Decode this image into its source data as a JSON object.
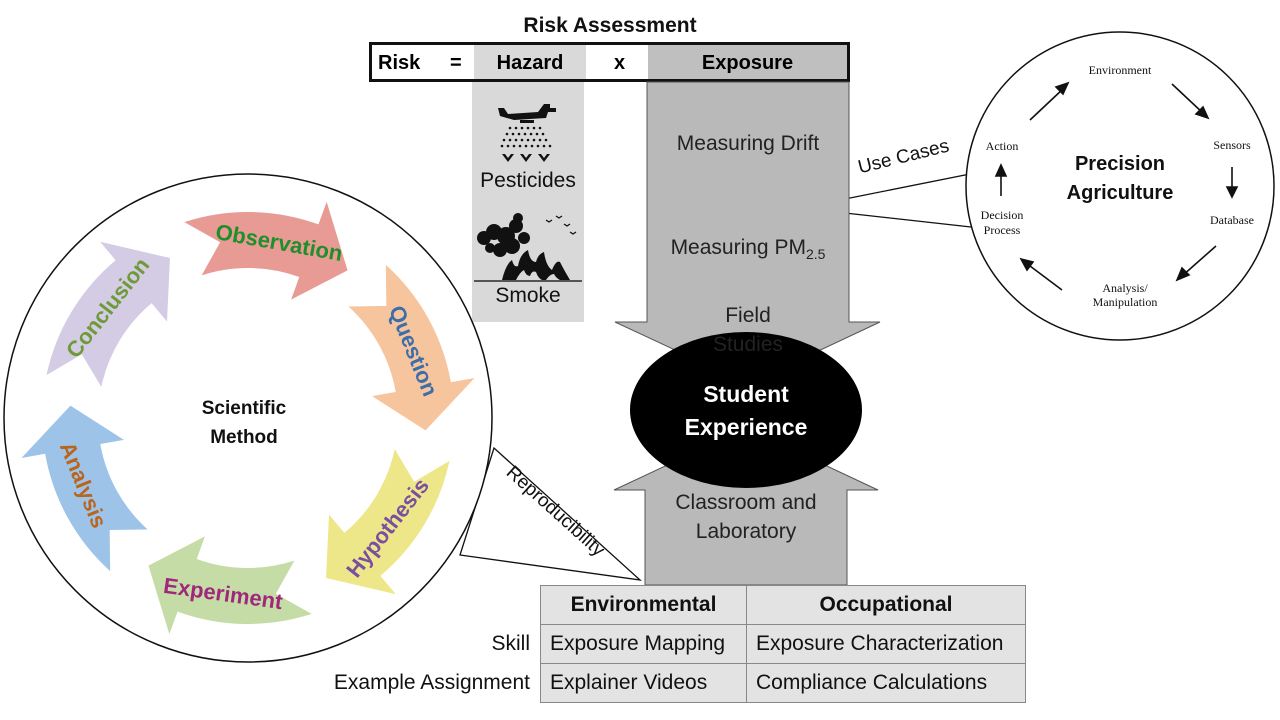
{
  "risk": {
    "title": "Risk Assessment",
    "risk": "Risk",
    "equals": "=",
    "hazard": "Hazard",
    "times": "x",
    "exposure": "Exposure"
  },
  "hazards": {
    "pesticides": "Pesticides",
    "smoke": "Smoke"
  },
  "exposure_items": {
    "measuring_drift": "Measuring Drift",
    "measuring_pm_prefix": "Measuring PM",
    "measuring_pm_sub": "2.5",
    "field_studies_line1": "Field",
    "field_studies_line2": "Studies"
  },
  "center": {
    "line1": "Student",
    "line2": "Experience"
  },
  "classroom": {
    "line1": "Classroom and",
    "line2": "Laboratory"
  },
  "connectors": {
    "use_cases": "Use Cases",
    "reproducibility": "Reproducibility"
  },
  "precision_ag": {
    "title_line1": "Precision",
    "title_line2": "Agriculture",
    "environment": "Environment",
    "sensors": "Sensors",
    "database": "Database",
    "analysis_line1": "Analysis/",
    "analysis_line2": "Manipulation",
    "decision_line1": "Decision",
    "decision_line2": "Process",
    "action": "Action"
  },
  "scientific_method": {
    "center_line1": "Scientific",
    "center_line2": "Method",
    "steps": [
      {
        "label": "Observation",
        "color": "#1f8f2a"
      },
      {
        "label": "Question",
        "color": "#3d6ea8"
      },
      {
        "label": "Hypothesis",
        "color": "#7a4fa0"
      },
      {
        "label": "Experiment",
        "color": "#a0287c"
      },
      {
        "label": "Analysis",
        "color": "#b8651e"
      },
      {
        "label": "Conclusion",
        "color": "#6f9a3a"
      }
    ],
    "arrow_colors": [
      "#e89a94",
      "#f7c59d",
      "#eee78a",
      "#c6dca6",
      "#9dc3e8",
      "#d4cbe4"
    ]
  },
  "table": {
    "headers": [
      "Environmental",
      "Occupational"
    ],
    "rows": [
      {
        "label": "Skill",
        "cells": [
          "Exposure Mapping",
          "Exposure Characterization"
        ]
      },
      {
        "label": "Example Assignment",
        "cells": [
          "Explainer Videos",
          "Compliance Calculations"
        ]
      }
    ]
  }
}
